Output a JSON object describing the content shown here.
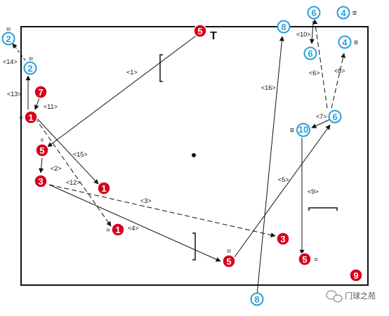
{
  "colors": {
    "red": "#d6001c",
    "blue": "#2b9fd8",
    "line": "#111111",
    "court": "#111111"
  },
  "balls": [
    {
      "id": "b2-top",
      "num": "2",
      "color": "blue",
      "mark": "III"
    },
    {
      "id": "b2",
      "num": "2",
      "color": "blue",
      "mark": "III"
    },
    {
      "id": "b7",
      "num": "7",
      "color": "red",
      "mark": ""
    },
    {
      "id": "b1-left",
      "num": "1",
      "color": "red",
      "mark": "="
    },
    {
      "id": "b5-top",
      "num": "5",
      "color": "red",
      "mark": ""
    },
    {
      "id": "b5-left",
      "num": "5",
      "color": "red",
      "mark": "II"
    },
    {
      "id": "b3-left",
      "num": "3",
      "color": "red",
      "mark": ""
    },
    {
      "id": "b1-mid",
      "num": "1",
      "color": "red",
      "mark": ""
    },
    {
      "id": "b1-low",
      "num": "1",
      "color": "red",
      "mark": "="
    },
    {
      "id": "b5-mid",
      "num": "5",
      "color": "red",
      "mark": "III"
    },
    {
      "id": "b3-right",
      "num": "3",
      "color": "red",
      "mark": ""
    },
    {
      "id": "b5-right",
      "num": "5",
      "color": "red",
      "mark": "="
    },
    {
      "id": "b9",
      "num": "9",
      "color": "red",
      "mark": ""
    },
    {
      "id": "b8-top",
      "num": "8",
      "color": "blue",
      "mark": ""
    },
    {
      "id": "b8-bot",
      "num": "8",
      "color": "blue",
      "mark": ""
    },
    {
      "id": "b6-top",
      "num": "6",
      "color": "blue",
      "mark": ""
    },
    {
      "id": "b6-mid",
      "num": "6",
      "color": "blue",
      "mark": ""
    },
    {
      "id": "b6-right",
      "num": "6",
      "color": "blue",
      "mark": ""
    },
    {
      "id": "b4-top",
      "num": "4",
      "color": "blue",
      "mark": "≡"
    },
    {
      "id": "b4-mid",
      "num": "4",
      "color": "blue",
      "mark": "≡"
    },
    {
      "id": "b10",
      "num": "10",
      "color": "blue",
      "mark": "≡"
    }
  ],
  "steps": [
    "<1>",
    "<2>",
    "<3>",
    "<4>",
    "<5>",
    "<6>",
    "<7>",
    "<8>",
    "<9>",
    "<10>",
    "<11>",
    "<12>",
    "<13>",
    "<14>",
    "<15>",
    "<16>"
  ],
  "goal_mark": "T",
  "watermark": {
    "text": "门球之苑",
    "icon": "wechat-icon"
  }
}
